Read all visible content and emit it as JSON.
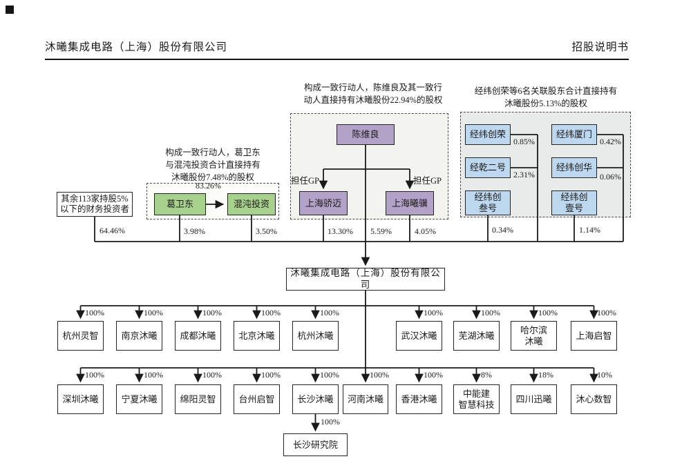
{
  "header": {
    "company_title": "沐曦集成电路（上海）股份有限公司",
    "doc_label": "招股说明书"
  },
  "groups": {
    "chen": {
      "annotation": "构成一致行动人，陈维良及其一致行\n动人直接持有沐曦股份22.94%的股权",
      "gp_left": "担任GP",
      "gp_right": "担任GP",
      "person": {
        "name": "陈维良",
        "pct": "5.59%"
      },
      "left_entity": {
        "name": "上海骄迈",
        "pct": "13.30%"
      },
      "right_entity": {
        "name": "上海曦骥",
        "pct": "4.05%"
      }
    },
    "jingwei": {
      "annotation": "经纬创荣等6名关联股东合计直接持有\n沐曦股份5.13%的股权",
      "members": [
        {
          "name": "经纬创荣",
          "pct": "0.85%"
        },
        {
          "name": "经纬厦门",
          "pct": "0.42%"
        },
        {
          "name": "经乾二号",
          "pct": "2.31%"
        },
        {
          "name": "经纬创华",
          "pct": "0.06%"
        },
        {
          "name": "经纬创\n叁号",
          "pct": "0.34%"
        },
        {
          "name": "经纬创\n壹号",
          "pct": "1.14%"
        }
      ]
    },
    "ge": {
      "annotation": "构成一致行动人，葛卫东\n与混沌投资合计直接持有\n沐曦股份7.48%的股权",
      "holder": {
        "name": "葛卫东",
        "pct": "3.98%"
      },
      "fund": {
        "name": "混沌投资",
        "pct": "3.50%"
      },
      "link_pct": "83.26%"
    },
    "other_investors": {
      "name": "其余113家持股5%\n以下的财务投资者",
      "pct": "64.46%"
    }
  },
  "company": {
    "name": "沐曦集成电路（上海）股份有限公司"
  },
  "subsidiaries": {
    "row1": [
      {
        "name": "杭州灵智",
        "pct": "100%"
      },
      {
        "name": "南京沐曦",
        "pct": "100%"
      },
      {
        "name": "成都沐曦",
        "pct": "100%"
      },
      {
        "name": "北京沐曦",
        "pct": "100%"
      },
      {
        "name": "杭州沐曦",
        "pct": "100%"
      },
      {
        "name": "武汉沐曦",
        "pct": "100%"
      },
      {
        "name": "芜湖沐曦",
        "pct": "100%"
      },
      {
        "name": "哈尔滨\n沐曦",
        "pct": "100%"
      },
      {
        "name": "上海启智",
        "pct": "100%"
      }
    ],
    "row2": [
      {
        "name": "深圳沐曦",
        "pct": "100%"
      },
      {
        "name": "宁夏沐曦",
        "pct": "100%"
      },
      {
        "name": "绵阳灵智",
        "pct": "100%"
      },
      {
        "name": "台州启智",
        "pct": "100%"
      },
      {
        "name": "长沙沐曦",
        "pct": "100%"
      },
      {
        "name": "河南沐曦",
        "pct": "100%"
      },
      {
        "name": "香港沐曦",
        "pct": "100%"
      },
      {
        "name": "中能建\n智慧科技",
        "pct": "8%"
      },
      {
        "name": "四川迅曦",
        "pct": "18%"
      },
      {
        "name": "沐心数智",
        "pct": "10%"
      }
    ],
    "research": {
      "name": "长沙研究院",
      "pct": "100%"
    }
  },
  "colors": {
    "purple_fill": "#b3a2c7",
    "green_fill": "#a9d18e",
    "blue_fill": "#bdd7ee",
    "line": "#1a1a1a"
  }
}
